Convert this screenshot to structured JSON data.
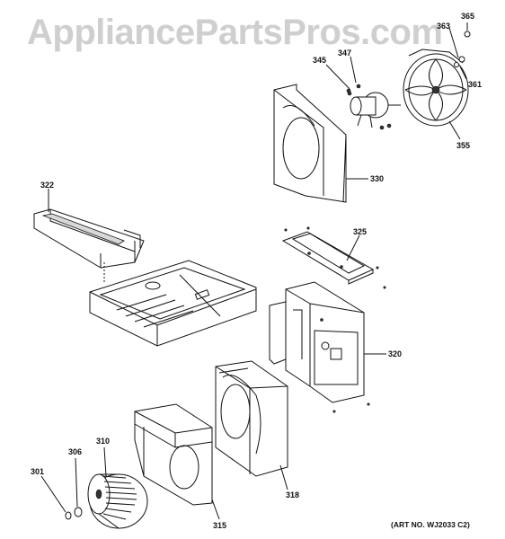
{
  "watermark": "AppliancePartsPros.com",
  "art_number": "(ART NO. WJ2033 C2)",
  "callouts": {
    "c365": "365",
    "c363": "363",
    "c361": "361",
    "c355": "355",
    "c347": "347",
    "c345": "345",
    "c330": "330",
    "c322": "322",
    "c325": "325",
    "c320": "320",
    "c318": "318",
    "c310": "310",
    "c306": "306",
    "c301": "301",
    "c315": "315"
  }
}
